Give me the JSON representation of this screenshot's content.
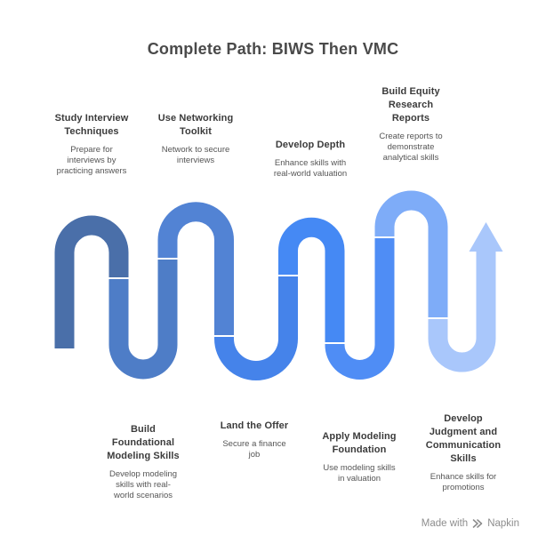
{
  "title": "Complete Path: BIWS Then VMC",
  "steps": [
    {
      "title": "Study Interview\nTechniques",
      "description": "Prepare for\ninterviews by\npracticing answers",
      "color": "#4a6fa9"
    },
    {
      "title": "Build\nFoundational\nModeling Skills",
      "description": "Develop modeling\nskills with real-\nworld scenarios",
      "color": "#4e7dc7"
    },
    {
      "title": "Use Networking\nToolkit",
      "description": "Network to secure\ninterviews",
      "color": "#5283d4"
    },
    {
      "title": "Land the Offer",
      "description": "Secure a finance\njob",
      "color": "#4583ea"
    },
    {
      "title": "Develop Depth",
      "description": "Enhance skills with\nreal-world valuation",
      "color": "#4589f4"
    },
    {
      "title": "Apply Modeling\nFoundation",
      "description": "Use modeling skills\nin valuation",
      "color": "#4f8df5"
    },
    {
      "title": "Build Equity\nResearch\nReports",
      "description": "Create reports to\ndemonstrate\nanalytical skills",
      "color": "#7eacf8"
    },
    {
      "title": "Develop\nJudgment and\nCommunication\nSkills",
      "description": "Enhance skills for\npromotions",
      "color": "#a9c7fb"
    }
  ],
  "footer": {
    "made_with": "Made with",
    "brand": "Napkin"
  }
}
